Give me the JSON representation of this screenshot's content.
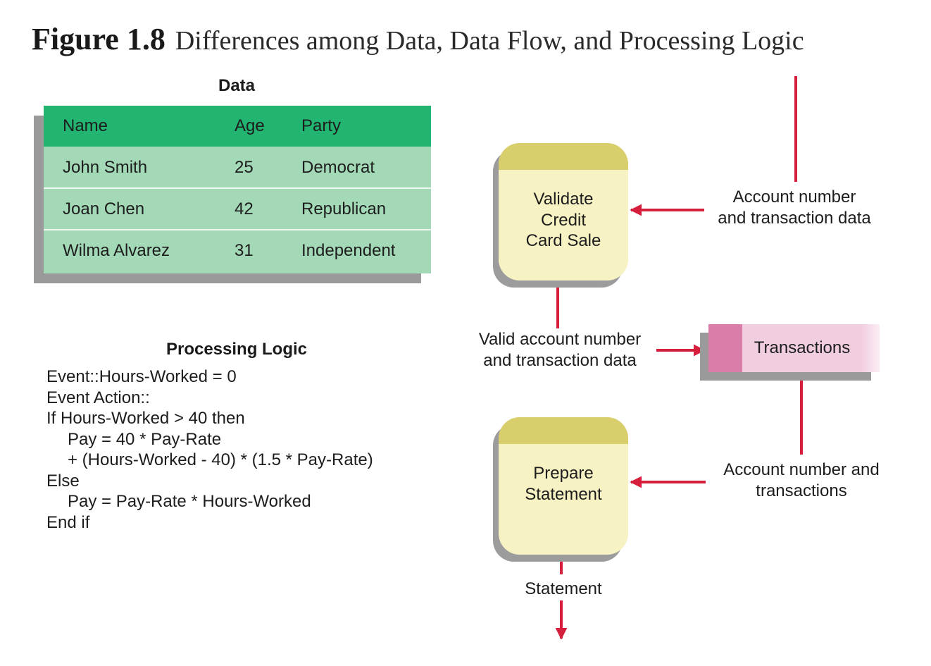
{
  "figure": {
    "number": "Figure 1.8",
    "caption": "Differences among Data, Data Flow, and Processing Logic"
  },
  "data_section": {
    "heading": "Data",
    "columns": [
      "Name",
      "Age",
      "Party"
    ],
    "rows": [
      [
        "John Smith",
        "25",
        "Democrat"
      ],
      [
        "Joan Chen",
        "42",
        "Republican"
      ],
      [
        "Wilma Alvarez",
        "31",
        "Independent"
      ]
    ]
  },
  "processing_logic": {
    "heading": "Processing Logic",
    "lines": [
      "Event::Hours-Worked = 0",
      "Event Action::",
      "If Hours-Worked > 40 then",
      "Pay = 40 * Pay-Rate",
      "+ (Hours-Worked - 40) * (1.5 * Pay-Rate)",
      "Else",
      "Pay = Pay-Rate * Hours-Worked",
      "End if"
    ]
  },
  "diagram": {
    "processes": {
      "validate": [
        "Validate",
        "Credit",
        "Card Sale"
      ],
      "prepare": [
        "Prepare",
        "Statement"
      ]
    },
    "data_store": "Transactions",
    "flows": {
      "account_transaction_data": [
        "Account number",
        "and transaction data"
      ],
      "valid_account_data": [
        "Valid account number",
        "and transaction data"
      ],
      "account_transactions": [
        "Account number and",
        "transactions"
      ],
      "statement": "Statement"
    }
  },
  "colors": {
    "table_header": "#22b572",
    "table_body": "#a3d9b6",
    "process_fill": "#f7f2c4",
    "process_band": "#d8ce6b",
    "store_fill": "#f1cde0",
    "store_tab": "#d87ea8",
    "arrow": "#d61f3c"
  }
}
